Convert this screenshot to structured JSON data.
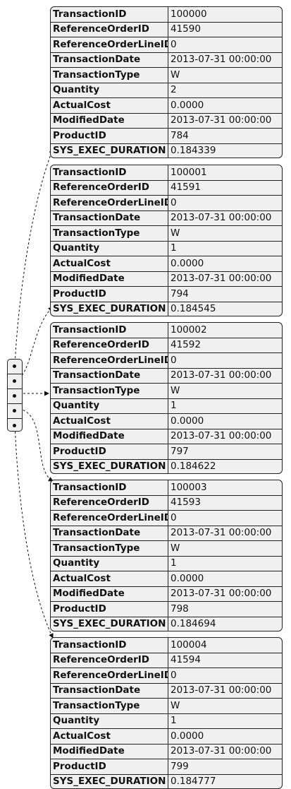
{
  "records": [
    {
      "fields": [
        {
          "key": "TransactionID",
          "value": "100000"
        },
        {
          "key": "ReferenceOrderID",
          "value": "41590"
        },
        {
          "key": "ReferenceOrderLineID",
          "value": "0"
        },
        {
          "key": "TransactionDate",
          "value": "2013-07-31 00:00:00"
        },
        {
          "key": "TransactionType",
          "value": "W"
        },
        {
          "key": "Quantity",
          "value": "2"
        },
        {
          "key": "ActualCost",
          "value": "0.0000"
        },
        {
          "key": "ModifiedDate",
          "value": "2013-07-31 00:00:00"
        },
        {
          "key": "ProductID",
          "value": "784"
        },
        {
          "key": "SYS_EXEC_DURATION",
          "value": "0.184339"
        }
      ]
    },
    {
      "fields": [
        {
          "key": "TransactionID",
          "value": "100001"
        },
        {
          "key": "ReferenceOrderID",
          "value": "41591"
        },
        {
          "key": "ReferenceOrderLineID",
          "value": "0"
        },
        {
          "key": "TransactionDate",
          "value": "2013-07-31 00:00:00"
        },
        {
          "key": "TransactionType",
          "value": "W"
        },
        {
          "key": "Quantity",
          "value": "1"
        },
        {
          "key": "ActualCost",
          "value": "0.0000"
        },
        {
          "key": "ModifiedDate",
          "value": "2013-07-31 00:00:00"
        },
        {
          "key": "ProductID",
          "value": "794"
        },
        {
          "key": "SYS_EXEC_DURATION",
          "value": "0.184545"
        }
      ]
    },
    {
      "fields": [
        {
          "key": "TransactionID",
          "value": "100002"
        },
        {
          "key": "ReferenceOrderID",
          "value": "41592"
        },
        {
          "key": "ReferenceOrderLineID",
          "value": "0"
        },
        {
          "key": "TransactionDate",
          "value": "2013-07-31 00:00:00"
        },
        {
          "key": "TransactionType",
          "value": "W"
        },
        {
          "key": "Quantity",
          "value": "1"
        },
        {
          "key": "ActualCost",
          "value": "0.0000"
        },
        {
          "key": "ModifiedDate",
          "value": "2013-07-31 00:00:00"
        },
        {
          "key": "ProductID",
          "value": "797"
        },
        {
          "key": "SYS_EXEC_DURATION",
          "value": "0.184622"
        }
      ]
    },
    {
      "fields": [
        {
          "key": "TransactionID",
          "value": "100003"
        },
        {
          "key": "ReferenceOrderID",
          "value": "41593"
        },
        {
          "key": "ReferenceOrderLineID",
          "value": "0"
        },
        {
          "key": "TransactionDate",
          "value": "2013-07-31 00:00:00"
        },
        {
          "key": "TransactionType",
          "value": "W"
        },
        {
          "key": "Quantity",
          "value": "1"
        },
        {
          "key": "ActualCost",
          "value": "0.0000"
        },
        {
          "key": "ModifiedDate",
          "value": "2013-07-31 00:00:00"
        },
        {
          "key": "ProductID",
          "value": "798"
        },
        {
          "key": "SYS_EXEC_DURATION",
          "value": "0.184694"
        }
      ]
    },
    {
      "fields": [
        {
          "key": "TransactionID",
          "value": "100004"
        },
        {
          "key": "ReferenceOrderID",
          "value": "41594"
        },
        {
          "key": "ReferenceOrderLineID",
          "value": "0"
        },
        {
          "key": "TransactionDate",
          "value": "2013-07-31 00:00:00"
        },
        {
          "key": "TransactionType",
          "value": "W"
        },
        {
          "key": "Quantity",
          "value": "1"
        },
        {
          "key": "ActualCost",
          "value": "0.0000"
        },
        {
          "key": "ModifiedDate",
          "value": "2013-07-31 00:00:00"
        },
        {
          "key": "ProductID",
          "value": "799"
        },
        {
          "key": "SYS_EXEC_DURATION",
          "value": "0.184777"
        }
      ]
    }
  ],
  "colors": {
    "node_fill": "#f0f0f0",
    "stroke": "#222222"
  }
}
